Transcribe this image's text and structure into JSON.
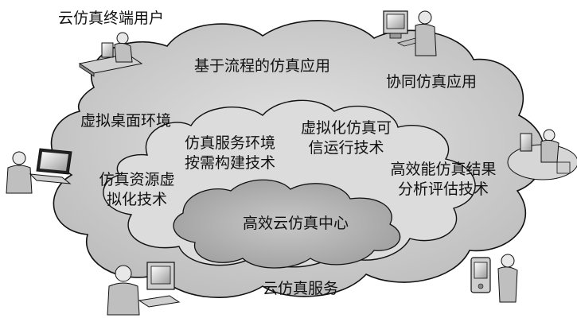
{
  "title": "云仿真终端用户",
  "outer_cloud": {
    "labels": {
      "flow_apps": "基于流程的仿真应用",
      "collab_apps": "协同仿真应用",
      "virtual_desktop": "虚拟桌面环境",
      "cloud_service": "云仿真服务"
    }
  },
  "middle_cloud": {
    "labels": {
      "service_env_1": "仿真服务环境",
      "service_env_2": "按需构建技术",
      "resource_virt_1": "仿真资源虚",
      "resource_virt_2": "拟化技术",
      "trusted_run_1": "虚拟化仿真可",
      "trusted_run_2": "信运行技术",
      "result_analysis_1": "高效能仿真结果",
      "result_analysis_2": "分析评估技术"
    }
  },
  "inner_cloud": {
    "label": "高效云仿真中心"
  },
  "colors": {
    "outer_fill": "#cdcdcd",
    "middle_fill": "#dedede",
    "inner_fill": "#b4b4b4",
    "stroke": "#111111"
  },
  "icons": [
    "desk-user-icon",
    "monitor-user-icon",
    "laptop-user-icon",
    "workstation-user-icon",
    "pc-user-icon",
    "mobile-user-icon"
  ]
}
